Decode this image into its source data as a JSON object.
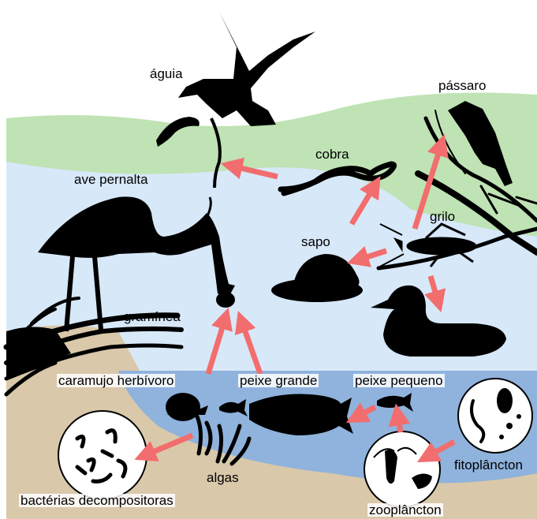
{
  "colors": {
    "background": "#ffffff",
    "grass": "#bfe3b4",
    "sky_water": "#d7e8f8",
    "deep_water": "#8fb3dd",
    "soil": "#d9c8aa",
    "silhouette": "#000000",
    "arrow": "#f26d6d"
  },
  "labels": {
    "aguia": "águia",
    "passaro": "pássaro",
    "cobra": "cobra",
    "ave_pernalta": "ave pernalta",
    "grilo": "grilo",
    "sapo": "sapo",
    "graminea": "gramínea",
    "caramujo": "caramujo herbívoro",
    "peixe_grande": "peixe grande",
    "peixe_pequeno": "peixe pequeno",
    "fitoplancton": "fitoplâncton",
    "algas": "algas",
    "bacterias": "bactérias decompositoras",
    "zooplancton": "zooplâncton"
  },
  "icons": [
    "eagle-icon",
    "bird-icon",
    "snake-icon",
    "heron-icon",
    "cricket-icon",
    "frog-icon",
    "duck-icon",
    "grass-icon",
    "snail-icon",
    "fish-icon",
    "algae-icon",
    "bacteria-icon",
    "zooplankton-icon",
    "phytoplankton-icon",
    "branch-icon"
  ]
}
